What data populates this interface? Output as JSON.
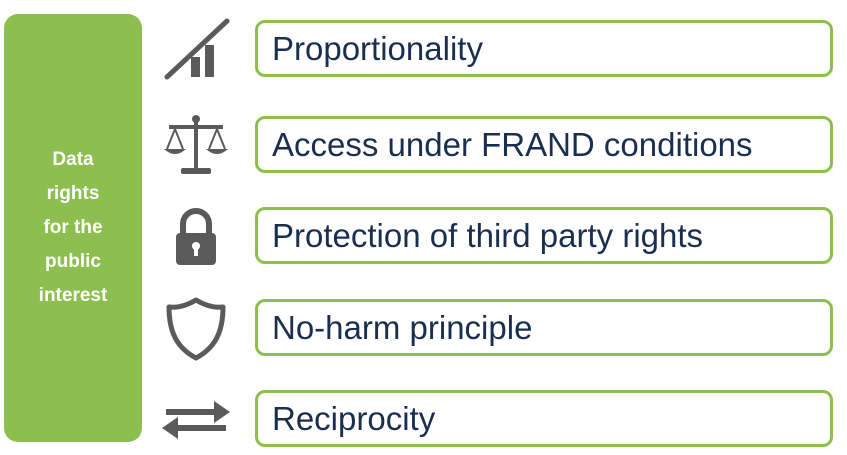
{
  "sidebar": {
    "lines": [
      "Data",
      "rights",
      "for the",
      "public",
      "interest"
    ]
  },
  "items": [
    {
      "label": "Proportionality",
      "icon": "rising-bars-icon"
    },
    {
      "label": "Access under FRAND conditions",
      "icon": "scales-icon"
    },
    {
      "label": "Protection of third party rights",
      "icon": "padlock-icon"
    },
    {
      "label": "No-harm principle",
      "icon": "shield-icon"
    },
    {
      "label": "Reciprocity",
      "icon": "exchange-arrows-icon"
    }
  ],
  "colors": {
    "accent_green": "#8dbf50",
    "text_navy": "#1a2e50",
    "icon_gray": "#5a5a5a"
  }
}
